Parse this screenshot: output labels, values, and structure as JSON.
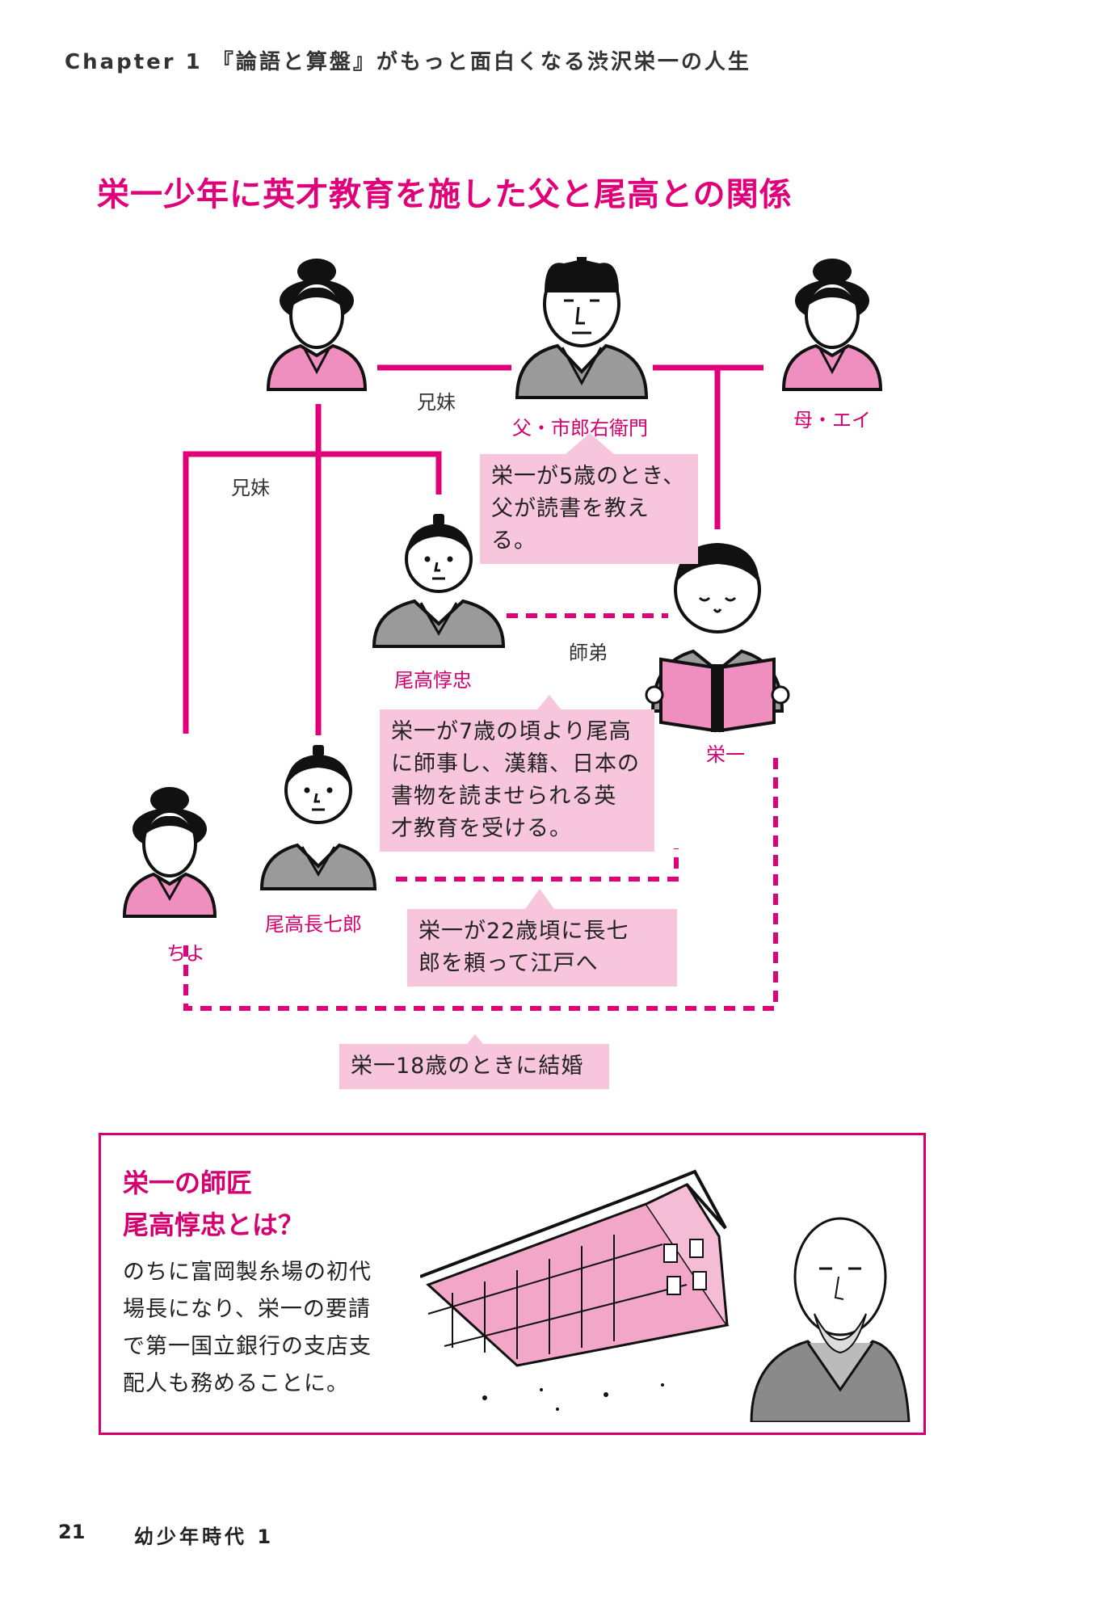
{
  "header": {
    "running_head": "Chapter 1 『論語と算盤』がもっと面白くなる渋沢栄一の人生"
  },
  "diagram": {
    "title": "栄一少年に英才教育を施した父と尾高との関係",
    "relations": {
      "sibling_top": "兄妹",
      "sibling_left": "兄妹",
      "master_disciple": "師弟"
    },
    "people": {
      "father": "父・市郎右衛門",
      "mother": "母・エイ",
      "junchu": "尾高惇忠",
      "eiichi": "栄一",
      "chohichiro": "尾高長七郎",
      "chiyo": "ちよ"
    },
    "notes": {
      "reading": [
        "栄一が5歳のとき、",
        "父が読書を教える。"
      ],
      "education": [
        "栄一が7歳の頃より尾高",
        "に師事し、漢籍、日本の",
        "書物を読ませられる英",
        "才教育を受ける。"
      ],
      "edo": [
        "栄一が22歳頃に長七",
        "郎を頼って江戸へ"
      ],
      "marriage": "栄一18歳のときに結婚"
    }
  },
  "column": {
    "title_lines": [
      "栄一の師匠",
      "尾高惇忠とは？"
    ],
    "body_lines": [
      "のちに富岡製糸場の初代",
      "場長になり、栄一の要請",
      "で第一国立銀行の支店支",
      "配人も務めることに。"
    ]
  },
  "footer": {
    "page_number": "21",
    "section": "幼少年時代 1"
  },
  "colors": {
    "accent": "#e0007a",
    "note_bg": "#f7c6dc",
    "kimono_pink": "#ef8fbf",
    "kimono_gray": "#9a9a9a"
  }
}
